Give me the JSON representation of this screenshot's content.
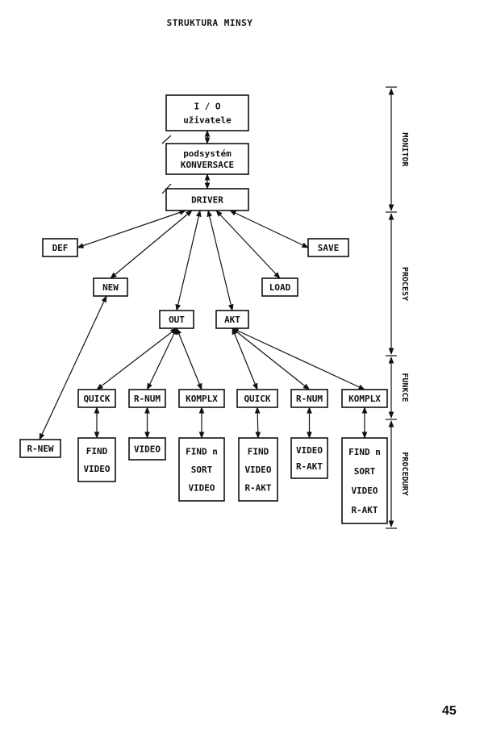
{
  "page": {
    "title": "STRUKTURA MINSY",
    "number": "45"
  },
  "diagram": {
    "nodes": {
      "io": [
        "I / O",
        "uživatele"
      ],
      "konv": [
        "podsystém",
        "KONVERSACE"
      ],
      "driver": [
        "DRIVER"
      ],
      "def": [
        "DEF"
      ],
      "save": [
        "SAVE"
      ],
      "new": [
        "NEW"
      ],
      "load": [
        "LOAD"
      ],
      "out": [
        "OUT"
      ],
      "akt": [
        "AKT"
      ],
      "quick1": [
        "QUICK"
      ],
      "rnum1": [
        "R-NUM"
      ],
      "komplx1": [
        "KOMPLX"
      ],
      "quick2": [
        "QUICK"
      ],
      "rnum2": [
        "R-NUM"
      ],
      "komplx2": [
        "KOMPLX"
      ],
      "rnew": [
        "R-NEW"
      ],
      "p_quick1": [
        "FIND",
        "VIDEO"
      ],
      "p_rnum1": [
        "VIDEO"
      ],
      "p_komplx1": [
        "FIND n",
        "SORT",
        "VIDEO"
      ],
      "p_quick2": [
        "FIND",
        "VIDEO",
        "R-AKT"
      ],
      "p_rnum2": [
        "VIDEO",
        "R-AKT"
      ],
      "p_komplx2": [
        "FIND n",
        "SORT",
        "VIDEO",
        "R-AKT"
      ]
    },
    "levels": {
      "monitor": "MONITOR",
      "procesy": "PROCESY",
      "funkce": "FUNKCE",
      "procedury": "PROCEDURY"
    }
  }
}
